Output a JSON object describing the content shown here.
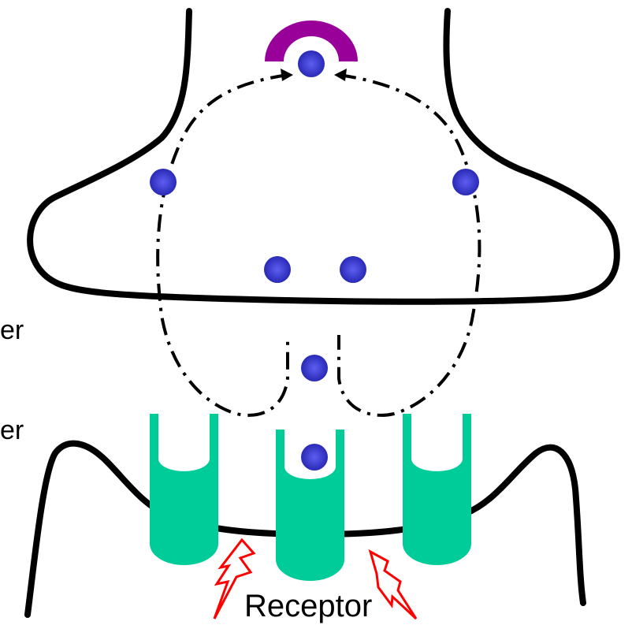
{
  "labels": {
    "left_top_fragment": "er",
    "left_bottom_fragment": "er",
    "receptor": "Receptor"
  },
  "colors": {
    "membrane": "#000000",
    "vesicle_dots": "#3333cc",
    "transporter": "#990099",
    "receptor_channels": "#00cc99",
    "signal_bolts": "#ff0000"
  },
  "icons": {
    "signal": "lightning-bolt-icon",
    "neurotransmitter": "dot-icon"
  }
}
